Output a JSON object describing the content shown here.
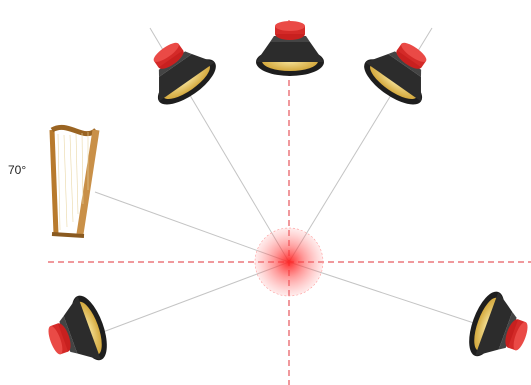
{
  "diagram": {
    "angle_label": "70°",
    "colors": {
      "axis": "#e0303a",
      "ray": "#bdbdbd",
      "listener_glow": "#ff2a2a",
      "speaker_frame": "#2a2a2a",
      "speaker_cone": "#e8c75a",
      "speaker_magnet": "#c8201f",
      "harp_wood": "#c78a3a"
    },
    "speakers": [
      {
        "name": "speaker-top-left",
        "icon": "loudspeaker-icon"
      },
      {
        "name": "speaker-top-center",
        "icon": "loudspeaker-icon"
      },
      {
        "name": "speaker-top-right",
        "icon": "loudspeaker-icon"
      },
      {
        "name": "speaker-bottom-left",
        "icon": "loudspeaker-icon"
      },
      {
        "name": "speaker-bottom-right",
        "icon": "loudspeaker-icon"
      }
    ],
    "instrument": {
      "name": "harp",
      "icon": "harp-icon"
    }
  }
}
